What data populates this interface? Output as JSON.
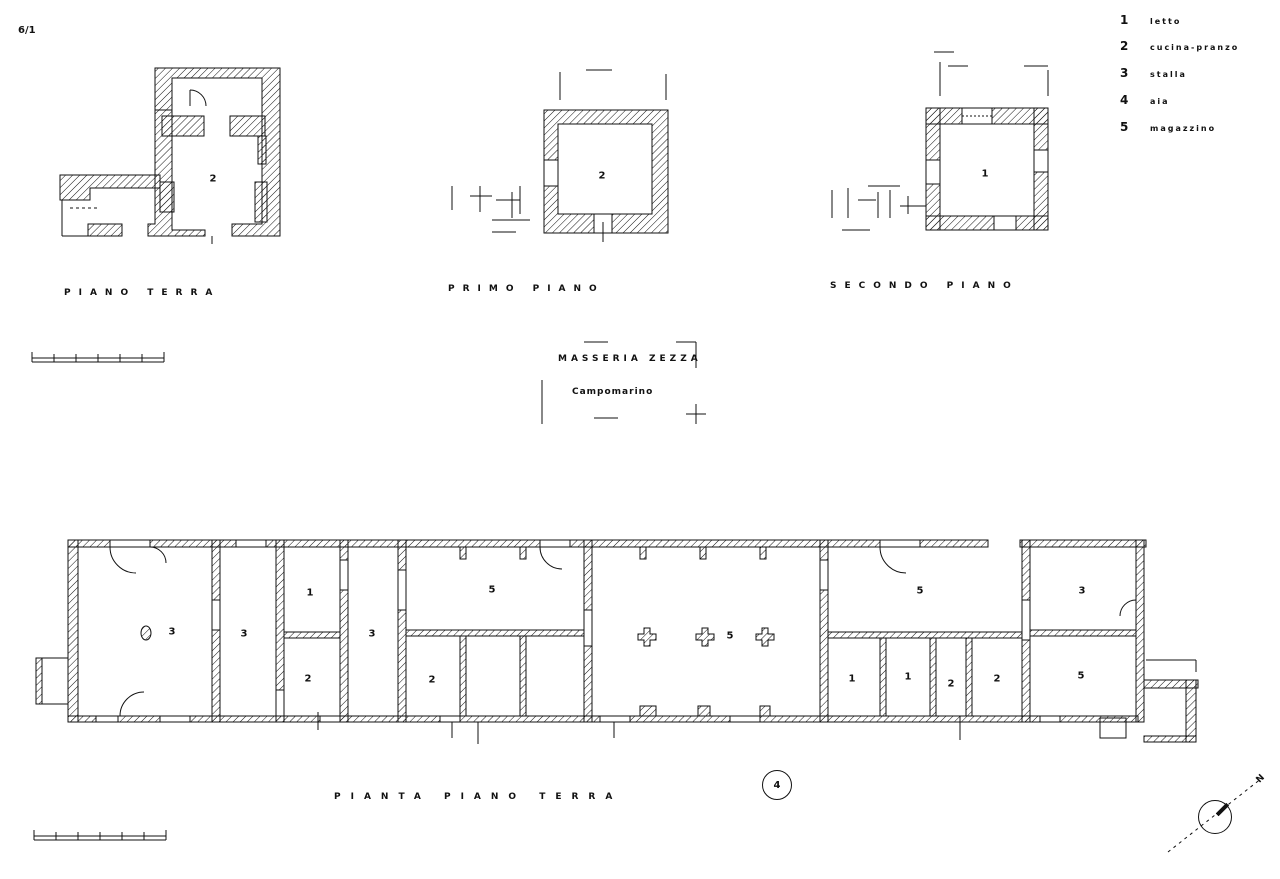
{
  "sheet": {
    "number": "6/1",
    "legend": [
      {
        "num": "1",
        "label": "letto"
      },
      {
        "num": "2",
        "label": "cucina-pranzo"
      },
      {
        "num": "3",
        "label": "stalla"
      },
      {
        "num": "4",
        "label": "aia"
      },
      {
        "num": "5",
        "label": "magazzino"
      }
    ],
    "plans": {
      "piano_terra": {
        "title": "PIANO TERRA",
        "rooms": [
          "2"
        ]
      },
      "primo_piano": {
        "title": "PRIMO PIANO",
        "rooms": [
          "2"
        ]
      },
      "secondo_piano": {
        "title": "SECONDO PIANO",
        "rooms": [
          "1"
        ]
      },
      "pianta": {
        "title": "PIANTA PIANO TERRA",
        "rooms": [
          "3",
          "3",
          "1",
          "2",
          "3",
          "5",
          "2",
          "5",
          "5",
          "1",
          "1",
          "2",
          "2",
          "3",
          "5"
        ]
      }
    },
    "project": {
      "name": "MASSERIA ZEZZA",
      "place": "Campomarino"
    },
    "sheet_index": "4",
    "north_label": "N"
  },
  "colors": {
    "ink": "#111111",
    "paper": "#ffffff"
  }
}
